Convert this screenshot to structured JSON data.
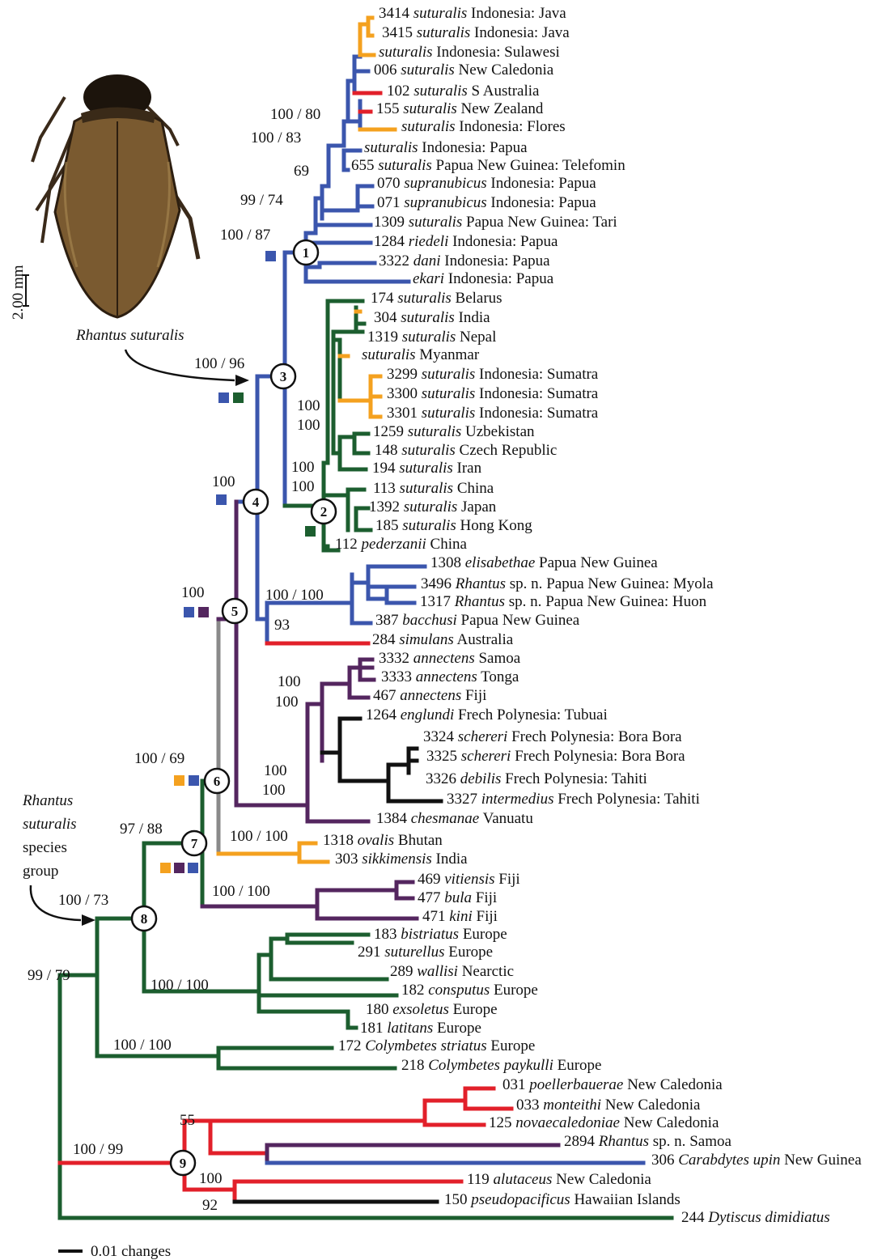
{
  "colors": {
    "blue": "#3b56ad",
    "green": "#1c5e2f",
    "purple": "#54265f",
    "red": "#e2202a",
    "orange": "#f4a11f",
    "black": "#111111",
    "grey": "#8a8a8a"
  },
  "tips": [
    {
      "id": "t1",
      "num": "3414",
      "sp": "suturalis",
      "loc": "Indonesia: Java",
      "color": "orange"
    },
    {
      "id": "t2",
      "num": "3415",
      "sp": "suturalis",
      "loc": "Indonesia: Java",
      "color": "orange"
    },
    {
      "id": "t3",
      "num": "",
      "sp": "suturalis",
      "loc": "Indonesia: Sulawesi",
      "color": "orange"
    },
    {
      "id": "t4",
      "num": "006",
      "sp": "suturalis",
      "loc": "New Caledonia",
      "color": "blue"
    },
    {
      "id": "t5",
      "num": "102",
      "sp": "suturalis",
      "loc": "S Australia",
      "color": "red"
    },
    {
      "id": "t6",
      "num": "155",
      "sp": "suturalis",
      "loc": "New Zealand",
      "color": "red"
    },
    {
      "id": "t7",
      "num": "",
      "sp": "suturalis",
      "loc": "Indonesia: Flores",
      "color": "orange"
    },
    {
      "id": "t8",
      "num": "",
      "sp": "suturalis",
      "loc": "Indonesia: Papua",
      "color": "blue"
    },
    {
      "id": "t9",
      "num": "655",
      "sp": "suturalis",
      "loc": "Papua New Guinea: Telefomin",
      "color": "blue"
    },
    {
      "id": "t10",
      "num": "070",
      "sp": "supranubicus",
      "loc": "Indonesia: Papua",
      "color": "blue"
    },
    {
      "id": "t11",
      "num": "071",
      "sp": "supranubicus",
      "loc": "Indonesia: Papua",
      "color": "blue"
    },
    {
      "id": "t12",
      "num": "1309",
      "sp": "suturalis",
      "loc": "Papua New Guinea: Tari",
      "color": "blue"
    },
    {
      "id": "t13",
      "num": "1284",
      "sp": "riedeli",
      "loc": "Indonesia: Papua",
      "color": "blue"
    },
    {
      "id": "t14",
      "num": "3322",
      "sp": "dani",
      "loc": "Indonesia: Papua",
      "color": "blue"
    },
    {
      "id": "t15",
      "num": "",
      "sp": "ekari",
      "loc": "Indonesia: Papua",
      "color": "blue"
    },
    {
      "id": "t16",
      "num": "174",
      "sp": "suturalis",
      "loc": "Belarus",
      "color": "green"
    },
    {
      "id": "t17",
      "num": "304",
      "sp": "suturalis",
      "loc": "India",
      "color": "orange"
    },
    {
      "id": "t18",
      "num": "1319",
      "sp": "suturalis",
      "loc": "Nepal",
      "color": "green"
    },
    {
      "id": "t19",
      "num": "",
      "sp": "suturalis",
      "loc": "Myanmar",
      "color": "orange"
    },
    {
      "id": "t20",
      "num": "3299",
      "sp": "suturalis",
      "loc": "Indonesia: Sumatra",
      "color": "orange"
    },
    {
      "id": "t21",
      "num": "3300",
      "sp": "suturalis",
      "loc": "Indonesia: Sumatra",
      "color": "orange"
    },
    {
      "id": "t22",
      "num": "3301",
      "sp": "suturalis",
      "loc": "Indonesia: Sumatra",
      "color": "orange"
    },
    {
      "id": "t23",
      "num": "1259",
      "sp": "suturalis",
      "loc": "Uzbekistan",
      "color": "green"
    },
    {
      "id": "t24",
      "num": "148",
      "sp": "suturalis",
      "loc": "Czech Republic",
      "color": "green"
    },
    {
      "id": "t25",
      "num": "194",
      "sp": "suturalis",
      "loc": "Iran",
      "color": "green"
    },
    {
      "id": "t26",
      "num": "113",
      "sp": "suturalis",
      "loc": "China",
      "color": "green"
    },
    {
      "id": "t27",
      "num": "1392",
      "sp": "suturalis",
      "loc": "Japan",
      "color": "green"
    },
    {
      "id": "t28",
      "num": "185",
      "sp": "suturalis",
      "loc": "Hong Kong",
      "color": "green"
    },
    {
      "id": "t29",
      "num": "112",
      "sp": "pederzanii",
      "loc": "China",
      "color": "green"
    },
    {
      "id": "t30",
      "num": "1308",
      "sp": "elisabethae",
      "loc": "Papua New Guinea",
      "color": "blue"
    },
    {
      "id": "t31",
      "num": "3496",
      "sp": "Rhantus",
      "sp2": "sp. n.",
      "loc": "Papua New Guinea: Myola",
      "color": "blue"
    },
    {
      "id": "t32",
      "num": "1317",
      "sp": "Rhantus",
      "sp2": "sp. n.",
      "loc": "Papua New Guinea: Huon",
      "color": "blue"
    },
    {
      "id": "t33",
      "num": "387",
      "sp": "bacchusi",
      "loc": "Papua New Guinea",
      "color": "blue"
    },
    {
      "id": "t34",
      "num": "284",
      "sp": "simulans",
      "loc": "Australia",
      "color": "red"
    },
    {
      "id": "t35",
      "num": "3332",
      "sp": "annectens",
      "loc": "Samoa",
      "color": "purple"
    },
    {
      "id": "t36",
      "num": "3333",
      "sp": "annectens",
      "loc": "Tonga",
      "color": "purple"
    },
    {
      "id": "t37",
      "num": "467",
      "sp": "annectens",
      "loc": "Fiji",
      "color": "purple"
    },
    {
      "id": "t38",
      "num": "1264",
      "sp": "englundi",
      "loc": "Frech Polynesia: Tubuai",
      "color": "black"
    },
    {
      "id": "t39",
      "num": "3324",
      "sp": "schereri",
      "loc": "Frech Polynesia: Bora Bora",
      "color": "black"
    },
    {
      "id": "t40",
      "num": "3325",
      "sp": "schereri",
      "loc": "Frech Polynesia: Bora Bora",
      "color": "black"
    },
    {
      "id": "t41",
      "num": "3326",
      "sp": "debilis",
      "loc": "Frech Polynesia: Tahiti",
      "color": "black"
    },
    {
      "id": "t42",
      "num": "3327",
      "sp": "intermedius",
      "loc": "Frech Polynesia: Tahiti",
      "color": "black"
    },
    {
      "id": "t43",
      "num": "1384",
      "sp": "chesmanae",
      "loc": "Vanuatu",
      "color": "purple"
    },
    {
      "id": "t44",
      "num": "1318",
      "sp": "ovalis",
      "loc": "Bhutan",
      "color": "orange"
    },
    {
      "id": "t45",
      "num": "303",
      "sp": "sikkimensis",
      "loc": "India",
      "color": "orange"
    },
    {
      "id": "t46",
      "num": "469",
      "sp": "vitiensis",
      "loc": "Fiji",
      "color": "purple"
    },
    {
      "id": "t47",
      "num": "477",
      "sp": "bula",
      "loc": "Fiji",
      "color": "purple"
    },
    {
      "id": "t48",
      "num": "471",
      "sp": "kini",
      "loc": "Fiji",
      "color": "purple"
    },
    {
      "id": "t49",
      "num": "183",
      "sp": "bistriatus",
      "loc": "Europe",
      "color": "green"
    },
    {
      "id": "t50",
      "num": "291",
      "sp": "suturellus",
      "loc": "Europe",
      "color": "green"
    },
    {
      "id": "t51",
      "num": "289",
      "sp": "wallisi",
      "loc": "Nearctic",
      "color": "green"
    },
    {
      "id": "t52",
      "num": "182",
      "sp": "consputus",
      "loc": "Europe",
      "color": "green"
    },
    {
      "id": "t53",
      "num": "180",
      "sp": "exsoletus",
      "loc": "Europe",
      "color": "green"
    },
    {
      "id": "t54",
      "num": "181",
      "sp": "latitans",
      "loc": "Europe",
      "color": "green"
    },
    {
      "id": "t55",
      "num": "172",
      "sp": "Colymbetes striatus",
      "loc": "Europe",
      "color": "green"
    },
    {
      "id": "t56",
      "num": "218",
      "sp": "Colymbetes paykulli",
      "loc": "Europe",
      "color": "green"
    },
    {
      "id": "t57",
      "num": "031",
      "sp": "poellerbauerae",
      "loc": "New Caledonia",
      "color": "red"
    },
    {
      "id": "t58",
      "num": "033",
      "sp": "monteithi",
      "loc": "New Caledonia",
      "color": "red"
    },
    {
      "id": "t59",
      "num": "125",
      "sp": "novaecaledoniae",
      "loc": "New Caledonia",
      "color": "red"
    },
    {
      "id": "t60",
      "num": "2894",
      "sp": "Rhantus",
      "sp2": "sp. n.",
      "loc": "Samoa",
      "color": "purple"
    },
    {
      "id": "t61",
      "num": "306",
      "sp": "Carabdytes upin",
      "loc": "New Guinea",
      "color": "blue"
    },
    {
      "id": "t62",
      "num": "119",
      "sp": "alutaceus",
      "loc": "New Caledonia",
      "color": "red"
    },
    {
      "id": "t63",
      "num": "150",
      "sp": "pseudopacificus",
      "loc": "Hawaiian Islands",
      "color": "black"
    },
    {
      "id": "t64",
      "num": "244",
      "sp": "Dytiscus dimidiatus",
      "loc": "",
      "color": "green"
    }
  ],
  "support_labels": [
    {
      "id": "s1",
      "text": "100 / 80"
    },
    {
      "id": "s2",
      "text": "100 / 83"
    },
    {
      "id": "s3",
      "text": "69"
    },
    {
      "id": "s4",
      "text": "99 / 74"
    },
    {
      "id": "s5",
      "text": "100 / 87"
    },
    {
      "id": "s6",
      "text": "100 / 96"
    },
    {
      "id": "s7",
      "text": "100"
    },
    {
      "id": "s8",
      "text": "100"
    },
    {
      "id": "s9",
      "text": "100"
    },
    {
      "id": "s10",
      "text": "100"
    },
    {
      "id": "s11",
      "text": "100"
    },
    {
      "id": "s12",
      "text": "100"
    },
    {
      "id": "s13",
      "text": "100 / 100"
    },
    {
      "id": "s14",
      "text": "93"
    },
    {
      "id": "s15",
      "text": "100"
    },
    {
      "id": "s16",
      "text": "100"
    },
    {
      "id": "s17",
      "text": "100 / 69"
    },
    {
      "id": "s18",
      "text": "100"
    },
    {
      "id": "s19",
      "text": "100"
    },
    {
      "id": "s20",
      "text": "97 / 88"
    },
    {
      "id": "s21",
      "text": "100 / 100"
    },
    {
      "id": "s22",
      "text": "100 / 100"
    },
    {
      "id": "s23",
      "text": "100 / 73"
    },
    {
      "id": "s24",
      "text": "100 / 100"
    },
    {
      "id": "s25",
      "text": "99 / 79"
    },
    {
      "id": "s26",
      "text": "100 / 100"
    },
    {
      "id": "s27",
      "text": "55"
    },
    {
      "id": "s28",
      "text": "100 / 99"
    },
    {
      "id": "s29",
      "text": "100"
    },
    {
      "id": "s30",
      "text": "92"
    }
  ],
  "node_labels": [
    "1",
    "2",
    "3",
    "4",
    "5",
    "6",
    "7",
    "8",
    "9"
  ],
  "annotations": {
    "rhantus_suturalis": "Rhantus suturalis",
    "group_line1": "Rhantus",
    "group_line2": "suturalis",
    "group_line3": "species",
    "group_line4": "group",
    "scale_label": "0.01 changes",
    "beetle_scale": "2.00 mm"
  }
}
